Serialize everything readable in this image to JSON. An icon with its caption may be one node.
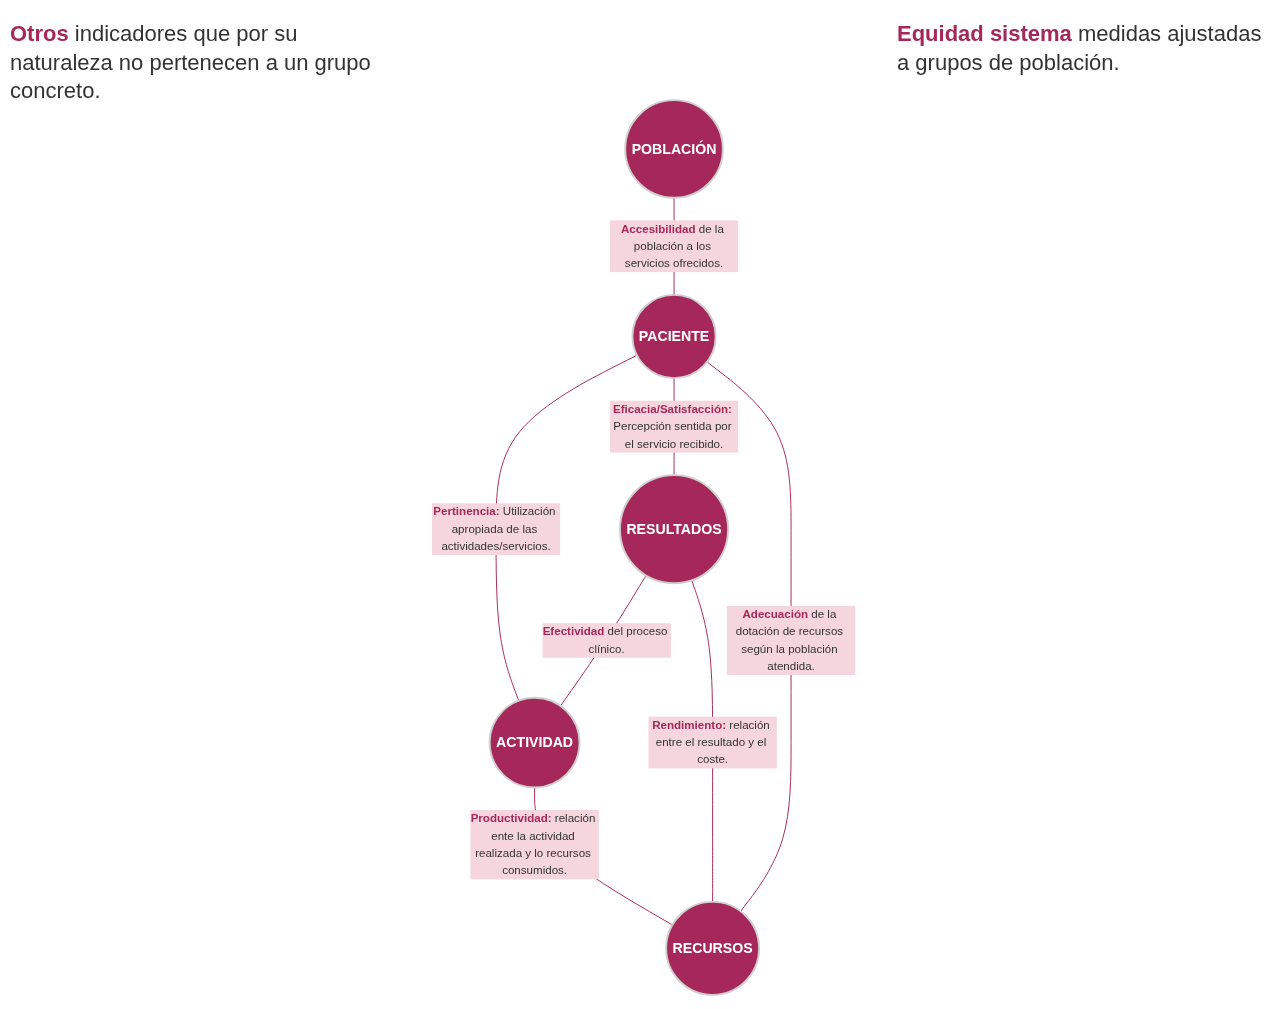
{
  "diagram": {
    "nodes": [
      {
        "text": [
          "POBLACIÓN"
        ]
      },
      {
        "text": [
          "PACIENTE"
        ]
      },
      {
        "text": [
          "RESULTADOS"
        ]
      },
      {
        "text": [
          "ACTIVIDAD"
        ]
      },
      {
        "text": [
          "RECURSOS"
        ]
      }
    ],
    "edges": [
      {
        "from": 0,
        "to": 1,
        "arrow": "none",
        "label": "**Accesibilidad** de la población a los servicios ofrecidos."
      },
      {
        "from": 1,
        "to": 3,
        "arrow": "none",
        "label": "**Pertinencia:** Utilización apropiada de las actividades/servicios."
      },
      {
        "from": 1,
        "to": 2,
        "arrow": "none",
        "label": "**Eficacia/Satisfacción:** Percepción sentida por el servicio recibido."
      },
      {
        "from": 1,
        "to": 4,
        "arrow": "none",
        "label": "**Adecuación** de la dotación de recursos según la población atendida."
      },
      {
        "from": 2,
        "to": 3,
        "arrow": "none",
        "label": "**Efectividad** del proceso clínico."
      },
      {
        "from": 2,
        "to": 4,
        "arrow": "none",
        "label": "**Rendimiento:** relación entre el resultado y el coste."
      },
      {
        "from": 3,
        "to": 4,
        "arrow": "none",
        "label": "**Productividad:** relación ente la actividad realizada y lo recursos consumidos."
      }
    ],
    "labels": [
      "**Otros** indicadores que por su naturaleza no pertenecen a un grupo concreto.",
      "**Equidad sistema** medidas ajustadas a grupos de población."
    ]
  }
}
